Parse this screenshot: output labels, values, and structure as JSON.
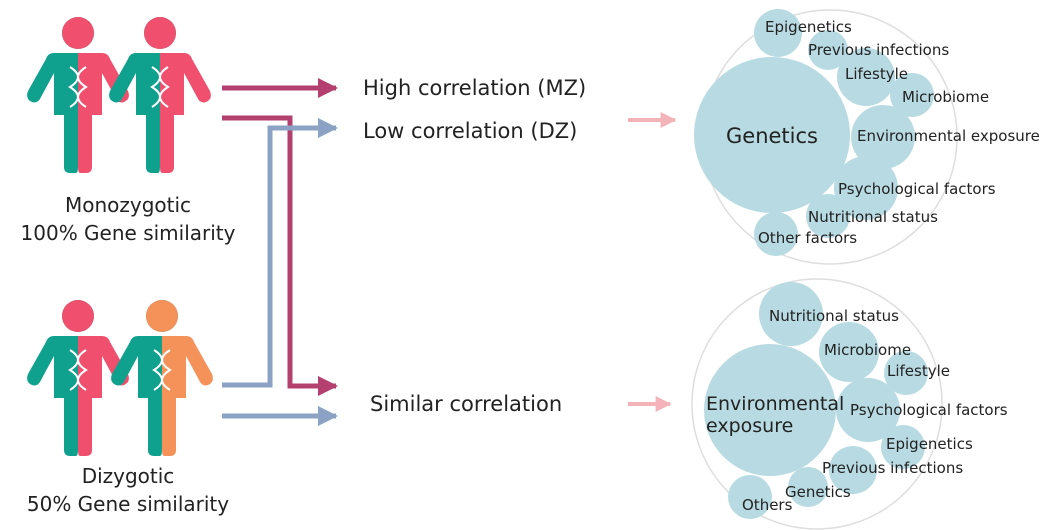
{
  "colors": {
    "teal": "#0fa08e",
    "pink": "#f0506e",
    "orange": "#f5925a",
    "arrow_mz": "#b44070",
    "arrow_dz": "#8ca2c4",
    "arrow_light": "#f4b3b8",
    "bubble": "#b8dbe3",
    "bubble_outline": "#d8d8d8"
  },
  "twins": {
    "monozygotic": {
      "line1": "Monozygotic",
      "line2": "100% Gene similarity"
    },
    "dizygotic": {
      "line1": "Dizygotic",
      "line2": "50% Gene similarity"
    }
  },
  "correlations": {
    "high": "High correlation (MZ)",
    "low": "Low correlation (DZ)",
    "similar": "Similar correlation"
  },
  "bubbles_top": {
    "main": "Genetics",
    "factors": [
      "Epigenetics",
      "Previous infections",
      "Lifestyle",
      "Microbiome",
      "Environmental exposure",
      "Psychological factors",
      "Nutritional status",
      "Other factors"
    ]
  },
  "bubbles_bottom": {
    "main_line1": "Environmental",
    "main_line2": "exposure",
    "factors": [
      "Nutritional status",
      "Microbiome",
      "Lifestyle",
      "Psychological factors",
      "Epigenetics",
      "Previous infections",
      "Genetics",
      "Others"
    ]
  },
  "icons": [
    "person-icon",
    "dna-icon",
    "arrow-icon"
  ]
}
